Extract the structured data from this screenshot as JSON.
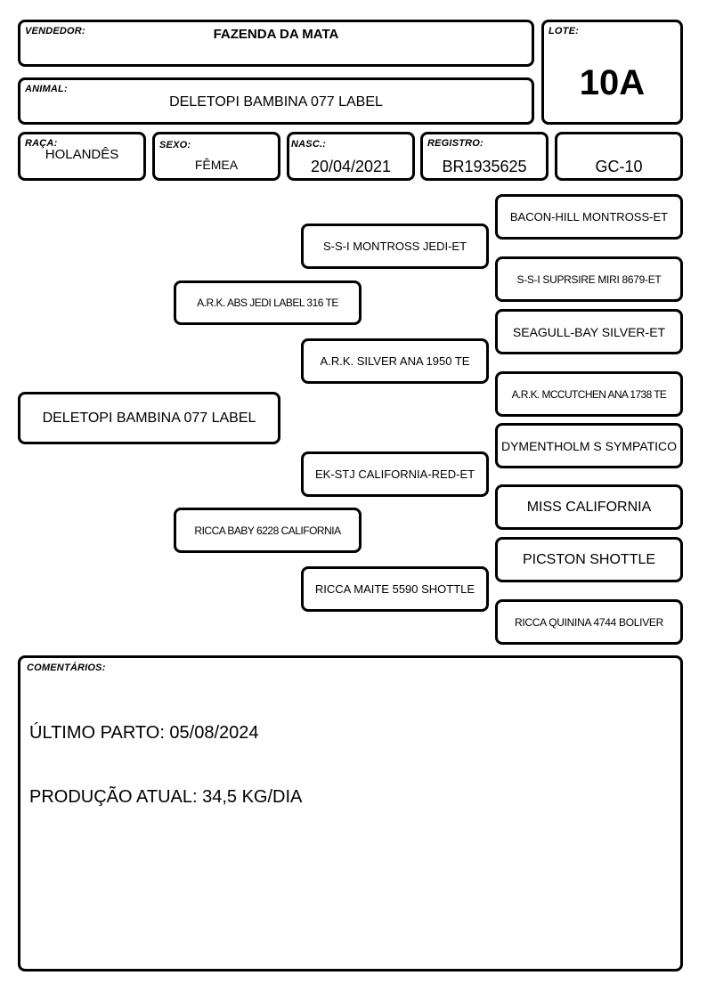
{
  "header": {
    "vendedor": {
      "label": "VENDEDOR:",
      "value": "FAZENDA DA MATA"
    },
    "lote": {
      "label": "LOTE:",
      "value": "10A"
    },
    "animal": {
      "label": "ANIMAL:",
      "value": "DELETOPI BAMBINA 077 LABEL"
    },
    "raca": {
      "label": "RAÇA:",
      "value": "HOLANDÊS"
    },
    "sexo": {
      "label": "SEXO:",
      "value": "FÊMEA"
    },
    "nasc": {
      "label": "NASC.:",
      "value": "20/04/2021"
    },
    "registro": {
      "label": "REGISTRO:",
      "value": "BR1935625"
    },
    "gc": {
      "value": "GC-10"
    }
  },
  "pedigree": {
    "animal": "DELETOPI BAMBINA 077 LABEL",
    "sire": "A.R.K. ABS JEDI LABEL 316 TE",
    "dam": "RICCA BABY 6228 CALIFORNIA",
    "sire_sire": "S-S-I MONTROSS JEDI-ET",
    "sire_dam": "A.R.K. SILVER ANA 1950 TE",
    "dam_sire": "EK-STJ CALIFORNIA-RED-ET",
    "dam_dam": "RICCA MAITE 5590 SHOTTLE",
    "ggp": [
      "BACON-HILL MONTROSS-ET",
      "S-S-I SUPRSIRE MIRI 8679-ET",
      "SEAGULL-BAY SILVER-ET",
      "A.R.K. MCCUTCHEN ANA 1738 TE",
      "DYMENTHOLM S SYMPATICO",
      "MISS CALIFORNIA",
      "PICSTON SHOTTLE",
      "RICCA QUININA 4744 BOLIVER"
    ]
  },
  "comments": {
    "label": "COMENTÁRIOS:",
    "line1": "ÚLTIMO PARTO: 05/08/2024",
    "line2": "PRODUÇÃO ATUAL: 34,5 KG/DIA"
  }
}
